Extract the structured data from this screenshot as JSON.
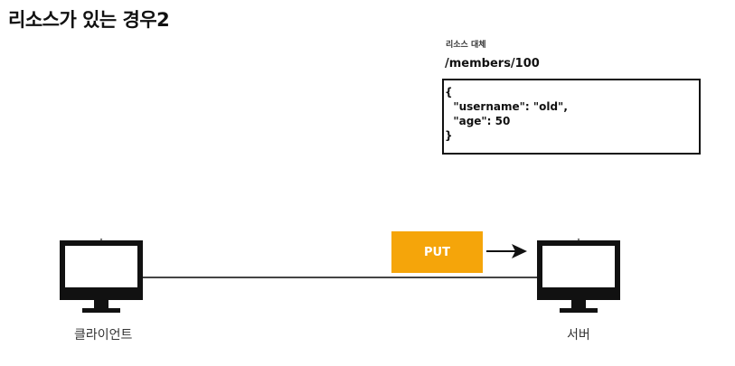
{
  "title": "리소스가 있는 경우2",
  "resource": {
    "caption": "리소스 대체",
    "path": "/members/100",
    "body_lines": [
      "{",
      "  \"username\": \"old\",",
      "  \"age\": 50",
      "}"
    ]
  },
  "request": {
    "method": "PUT",
    "method_color": "#f5a50a"
  },
  "nodes": {
    "client": {
      "label": "클라이언트",
      "icon": "monitor-icon"
    },
    "server": {
      "label": "서버",
      "icon": "monitor-icon"
    }
  }
}
